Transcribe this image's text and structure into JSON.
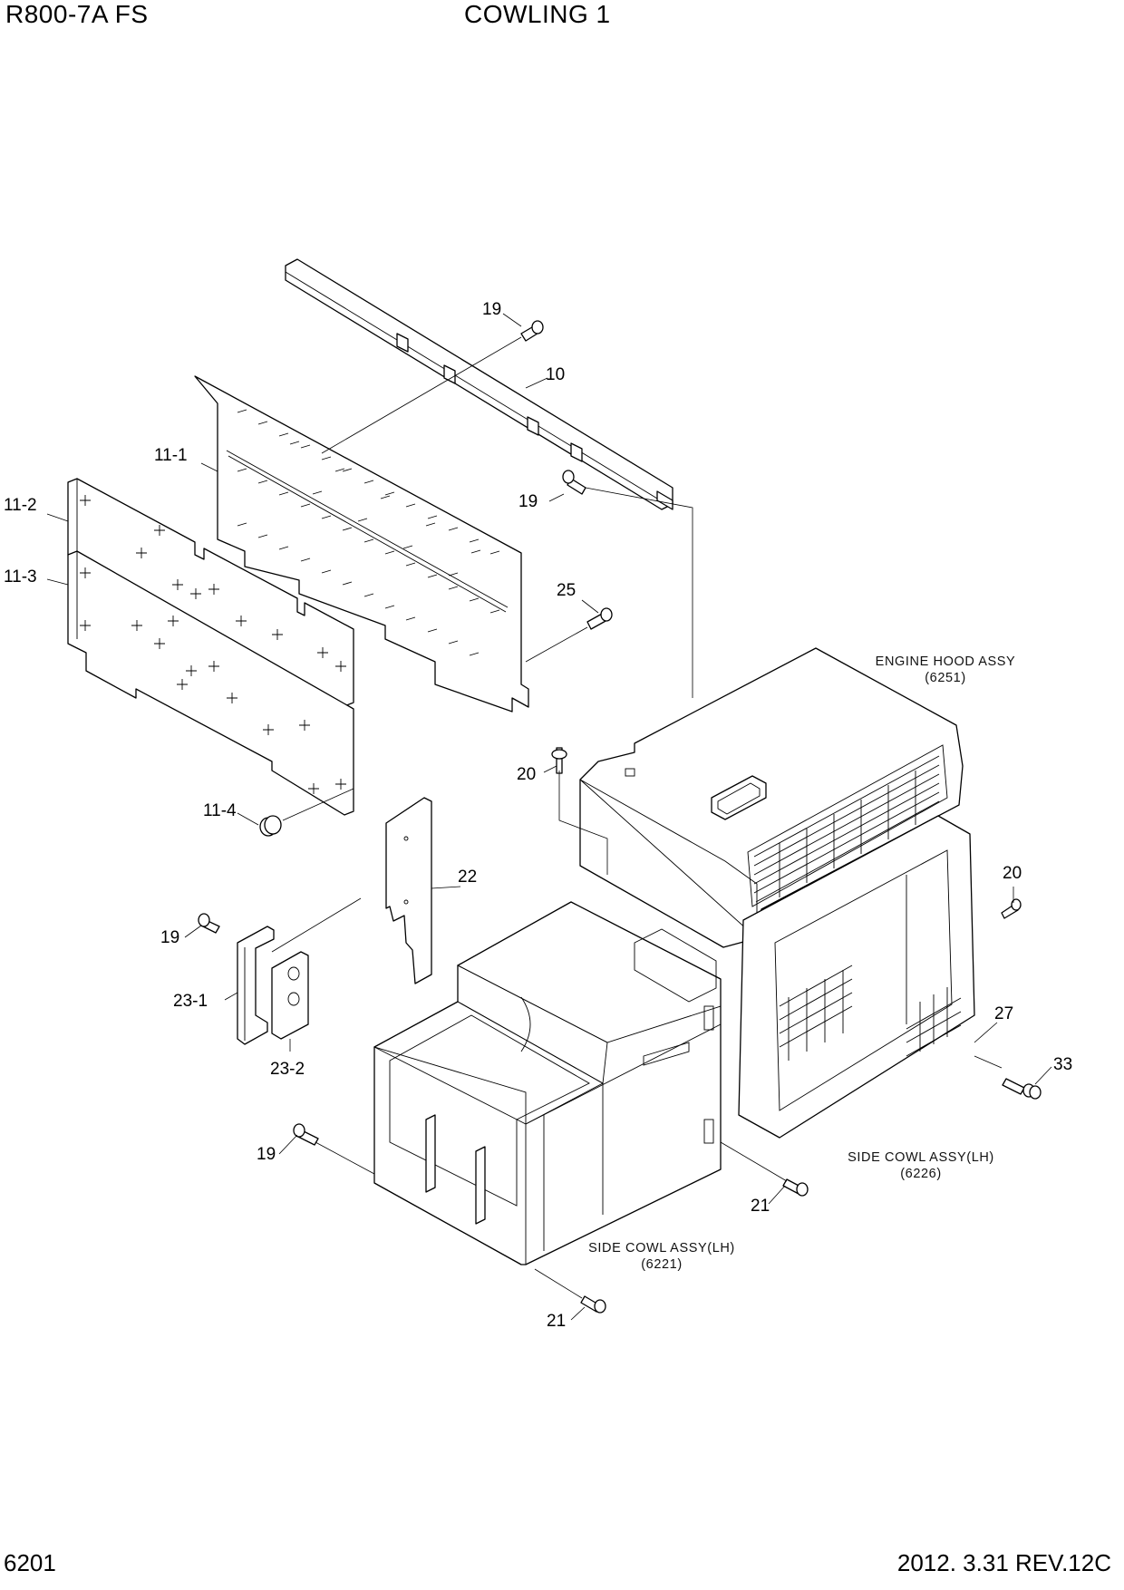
{
  "header": {
    "model": "R800-7A  FS",
    "title": "COWLING 1"
  },
  "footer": {
    "page": "6201",
    "date_rev": "2012. 3.31  REV.12C"
  },
  "callouts": {
    "c19a": "19",
    "c10": "10",
    "c11_1": "11-1",
    "c19b": "19",
    "c11_2": "11-2",
    "c11_3": "11-3",
    "c25": "25",
    "c20a": "20",
    "c11_4": "11-4",
    "c22": "22",
    "c19c": "19",
    "c23_1": "23-1",
    "c23_2": "23-2",
    "c20b": "20",
    "c27": "27",
    "c33": "33",
    "c19d": "19",
    "c21a": "21",
    "c21b": "21"
  },
  "notes": {
    "hood": "ENGINE HOOD ASSY",
    "hood_ref": "(6251)",
    "side_lh_a": "SIDE COWL ASSY(LH)",
    "side_lh_a_ref": "(6226)",
    "side_lh_b": "SIDE COWL ASSY(LH)",
    "side_lh_b_ref": "(6221)"
  }
}
